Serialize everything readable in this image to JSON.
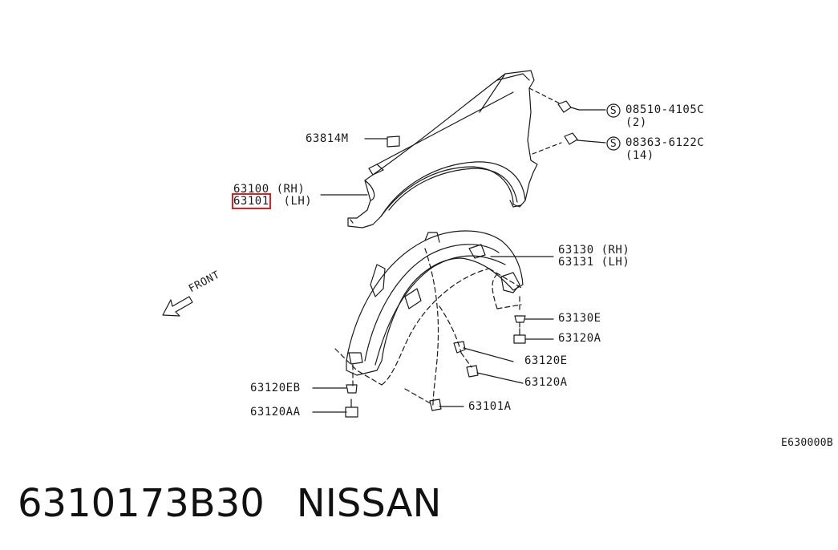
{
  "diagram": {
    "labels": {
      "clip_63814M": "63814M",
      "fender_rh": "63100 (RH)",
      "fender_lh": "63101 (LH)",
      "bolt1_part": "08510-4105C",
      "bolt1_qty": "(2)",
      "bolt2_part": "08363-6122C",
      "bolt2_qty": "(14)",
      "std_symbol": "S",
      "protector_rh": "63130 (RH)",
      "protector_lh": "63131 (LH)",
      "part_63130E": "63130E",
      "part_63120A_1": "63120A",
      "part_63120E": "63120E",
      "part_63120A_2": "63120A",
      "part_63101A": "63101A",
      "part_63120EB": "63120EB",
      "part_63120AA": "63120AA",
      "front_arrow": "FRONT",
      "diagram_ref": "E630000B"
    },
    "highlighted_part": "63101",
    "highlight_color": "#e02020"
  },
  "caption": {
    "part_number": "6310173B30",
    "brand": "NISSAN"
  }
}
